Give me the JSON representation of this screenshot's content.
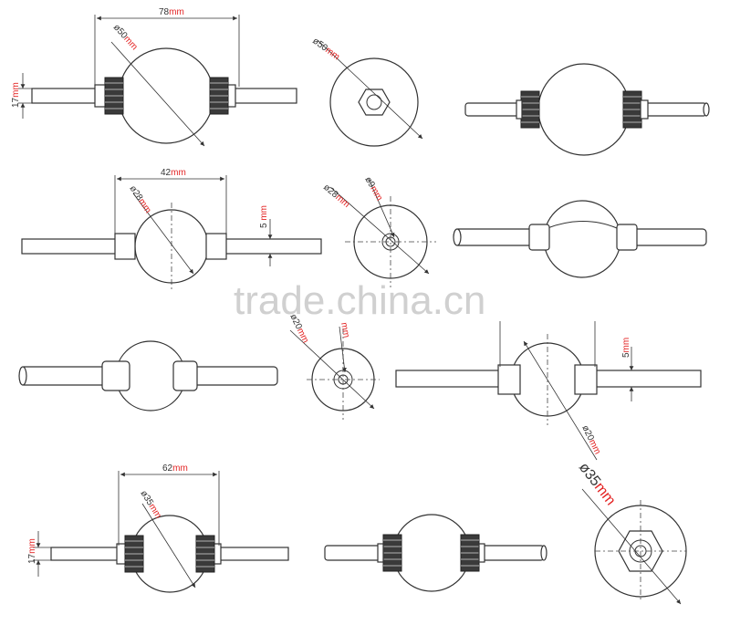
{
  "unit": "mm",
  "views": {
    "v50_side": {
      "width": "78",
      "diameter": "ø50",
      "height": "17"
    },
    "v50_front": {
      "diameter": "ø50"
    },
    "v28_side": {
      "width": "42",
      "diameter": "ø28",
      "gap": "5"
    },
    "v28_front": {
      "diameter": "ø28",
      "hole": "ø9"
    },
    "v20_front": {
      "diameter": "ø20",
      "hole": ""
    },
    "v20_side": {
      "gap": "5",
      "diameter": "ø20"
    },
    "v35_side": {
      "width": "62",
      "diameter": "ø35",
      "height": "17"
    },
    "v35_front": {
      "diameter": "ø35"
    }
  },
  "watermark": "trade.china.cn"
}
